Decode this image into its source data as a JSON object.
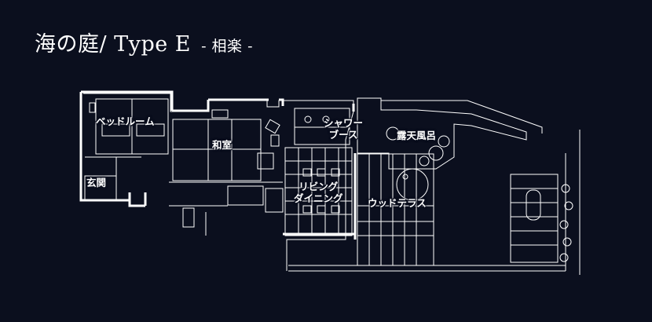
{
  "header": {
    "title": "海の庭/ Type E",
    "subtitle": "- 相楽 -"
  },
  "rooms": {
    "bedroom": "ベッドルーム",
    "washitsu": "和室",
    "entrance": "玄関",
    "shower_line1": "シャワー",
    "shower_line2": "ブース",
    "living_line1": "リビング",
    "living_line2": "ダイニング",
    "wood_terrace": "ウッドテラス",
    "open_bath": "露天風呂"
  },
  "colors": {
    "background": "#0b0f1e",
    "lines": "#ffffff"
  }
}
